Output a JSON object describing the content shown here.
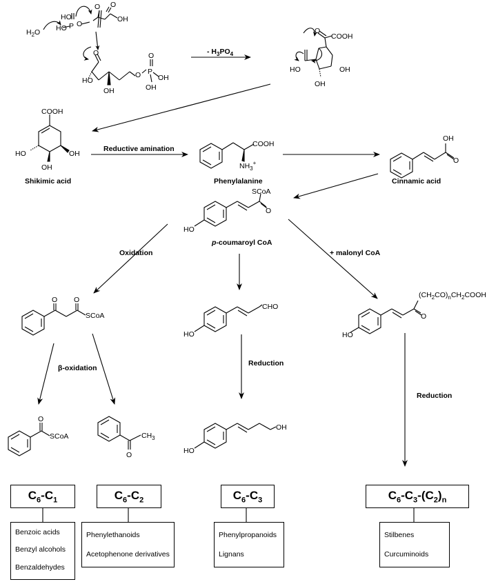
{
  "labels": {
    "h2o": "H2O",
    "minus_h3po4": "- H3PO4",
    "reductive_amination": "Reductive amination",
    "shikimic_acid": "Shikimic acid",
    "phenylalanine": "Phenylalanine",
    "cinnamic_acid": "Cinnamic acid",
    "p_coumaroyl_coa": "p-coumaroyl CoA",
    "oxidation": "Oxidation",
    "malonyl_coa": "+ malonyl CoA",
    "reduction_middle": "Reduction",
    "reduction_right": "Reduction",
    "beta_oxidation": "β-oxidation"
  },
  "atoms": {
    "cooh": "COOH",
    "oh": "OH",
    "ho": "HO",
    "o": "O",
    "p": "P",
    "scoa": "SCoA",
    "cho": "CHO",
    "nh3": "NH3+",
    "ch3": "CH3",
    "chain": "(CH2CO)nCH2COOH"
  },
  "classes": [
    {
      "title": "C6-C1",
      "examples": [
        "Benzoic acids",
        "Benzyl alcohols",
        "Benzaldehydes"
      ]
    },
    {
      "title": "C6-C2",
      "examples": [
        "Phenylethanoids",
        "Acetophenone derivatives"
      ]
    },
    {
      "title": "C6-C3",
      "examples": [
        "Phenylpropanoids",
        "Lignans"
      ]
    },
    {
      "title": "C6-C3-(C2)n",
      "examples": [
        "Stilbenes",
        "Curcuminoids"
      ]
    }
  ]
}
